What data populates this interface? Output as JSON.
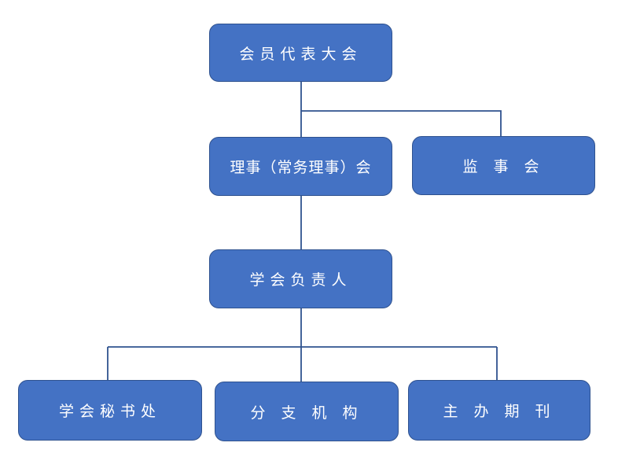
{
  "org_chart": {
    "nodes": {
      "assembly": "会员代表大会",
      "council": "理事（常务理事）会",
      "supervisory": "监 事 会",
      "leader": "学会负责人",
      "secretariat": "学会秘书处",
      "branches": "分 支 机 构",
      "journals": "主 办 期 刊"
    },
    "edges": [
      [
        "assembly",
        "council"
      ],
      [
        "assembly",
        "supervisory"
      ],
      [
        "council",
        "leader"
      ],
      [
        "leader",
        "secretariat"
      ],
      [
        "leader",
        "branches"
      ],
      [
        "leader",
        "journals"
      ]
    ],
    "colors": {
      "node_fill": "#4472c4",
      "node_border": "#2f528f",
      "node_text": "#ffffff",
      "connector": "#2f528f"
    }
  }
}
